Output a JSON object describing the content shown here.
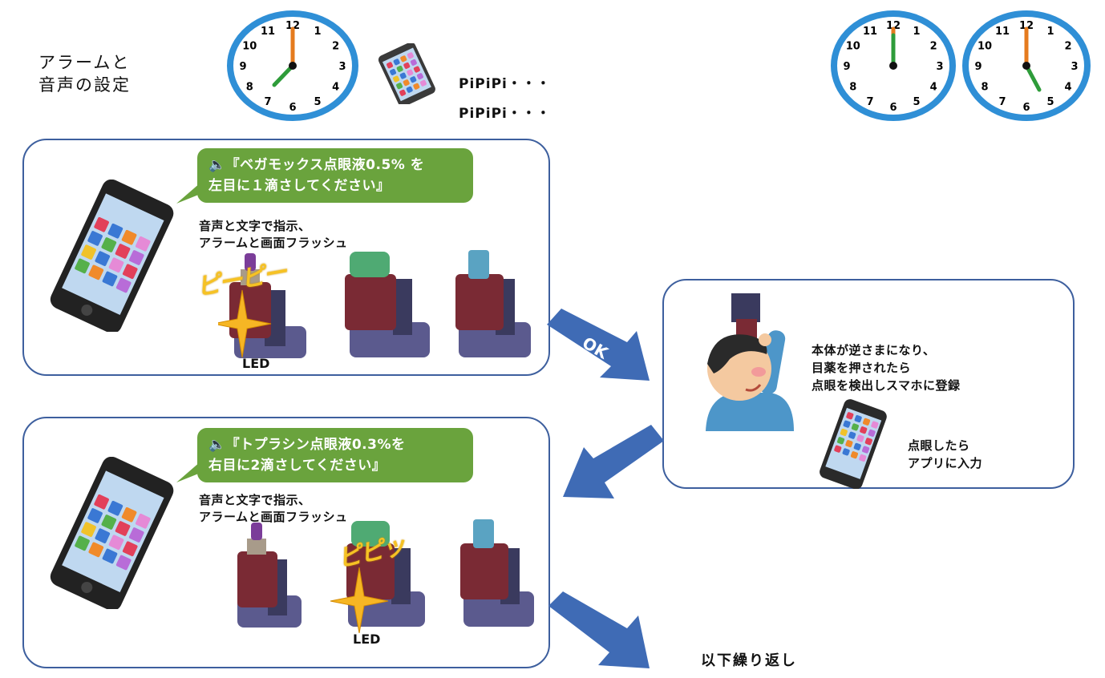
{
  "heading": "アラームと\n音声の設定",
  "pipi": [
    "PiPiPi・・・",
    "PiPiPi・・・"
  ],
  "panel1": {
    "bubble": "🔈『ベガモックス点眼液0.5% を\n左目に１滴さしてください』",
    "instruction": "音声と文字で指示、\nアラームと画面フラッシュ",
    "sfx": "ピーピー",
    "led": "LED"
  },
  "arrow_ok": "OK",
  "panel_right": {
    "description": "本体が逆さまになり、\n目薬を押されたら\n点眼を検出しスマホに登録",
    "app_note": "点眼したら\nアプリに入力"
  },
  "panel2": {
    "bubble": "🔈『トプラシン点眼液0.3%を\n右目に2滴さしてください』",
    "instruction": "音声と文字で指示、\nアラームと画面フラッシュ",
    "sfx": "ピピッ",
    "led": "LED"
  },
  "final_text": "以下繰り返し",
  "clock_numbers": [
    "12",
    "1",
    "2",
    "3",
    "4",
    "5",
    "6",
    "7",
    "8",
    "9",
    "10",
    "11"
  ],
  "colors": {
    "panel_border": "#3d5f9e",
    "bubble": "#6aa33d",
    "arrow": "#3f6bb5",
    "clock_rim": "#2f8fd6"
  }
}
